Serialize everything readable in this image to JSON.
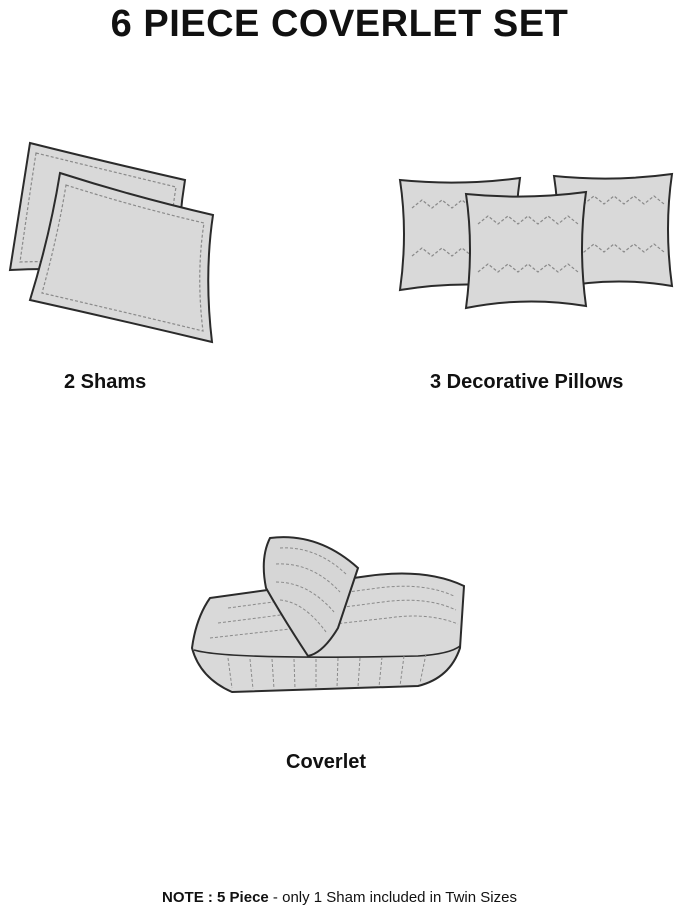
{
  "title": "6 PIECE COVERLET SET",
  "items": [
    {
      "label": "2 Shams",
      "icon": "shams-illustration"
    },
    {
      "label": "3 Decorative Pillows",
      "icon": "pillows-illustration"
    },
    {
      "label": "Coverlet",
      "icon": "coverlet-illustration"
    }
  ],
  "note": {
    "prefix": "NOTE : ",
    "bold_part": "5 Piece",
    "rest": " - only 1 Sham included in Twin Sizes"
  },
  "colors": {
    "fill": "#d9d9d9",
    "outline": "#2b2b2b",
    "stitch": "#8a8a8a"
  }
}
